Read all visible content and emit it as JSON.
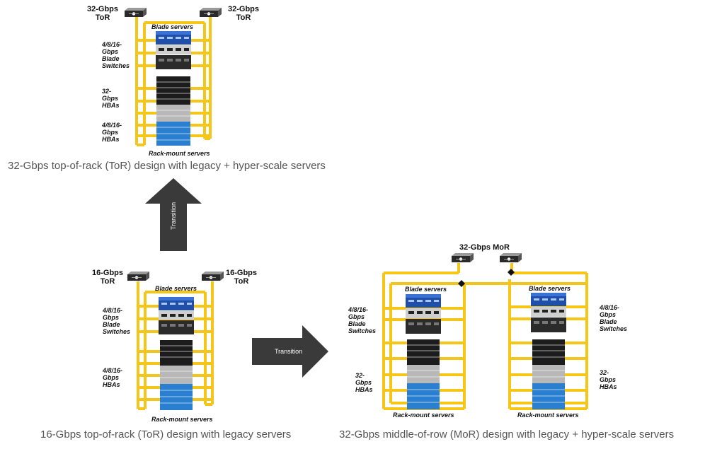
{
  "top_diagram": {
    "tor_left": "32-Gbps\nToR",
    "tor_right": "32-Gbps\nToR",
    "blade_servers": "Blade servers",
    "blade_switches": "4/8/16-\nGbps\nBlade\nSwitches",
    "hba_32": "32-\nGbps\nHBAs",
    "hba_legacy": "4/8/16-\nGbps\nHBAs",
    "rack_mount": "Rack-mount servers",
    "caption": "32-Gbps top-of-rack (ToR) design with legacy + hyper-scale servers"
  },
  "bottom_left_diagram": {
    "tor_left": "16-Gbps\nToR",
    "tor_right": "16-Gbps\nToR",
    "blade_servers": "Blade servers",
    "blade_switches": "4/8/16-\nGbps\nBlade\nSwitches",
    "hba_legacy": "4/8/16-\nGbps\nHBAs",
    "rack_mount": "Rack-mount servers",
    "caption": "16-Gbps top-of-rack (ToR) design with legacy servers"
  },
  "bottom_right_diagram": {
    "mor": "32-Gbps MoR",
    "left_rack": {
      "blade_servers": "Blade servers",
      "blade_switches": "4/8/16-\nGbps\nBlade\nSwitches",
      "hba_32": "32-\nGbps\nHBAs",
      "rack_mount": "Rack-mount servers"
    },
    "right_rack": {
      "blade_servers": "Blade servers",
      "blade_switches": "4/8/16-\nGbps\nBlade\nSwitches",
      "hba_32": "32-\nGbps\nHBAs",
      "rack_mount": "Rack-mount servers"
    },
    "caption": "32-Gbps middle-of-row (MoR) design with legacy + hyper-scale servers"
  },
  "arrows": {
    "up_label": "Transition",
    "right_label": "Transition"
  },
  "colors": {
    "cable": "#f5c518",
    "arrow": "#3a3a3a",
    "blade_blue": "#1f4fa8",
    "rack_blue": "#2b7fd0",
    "rack_gray": "#b8b8b8",
    "rack_black": "#1c1c1c",
    "caption_text": "#555555"
  }
}
